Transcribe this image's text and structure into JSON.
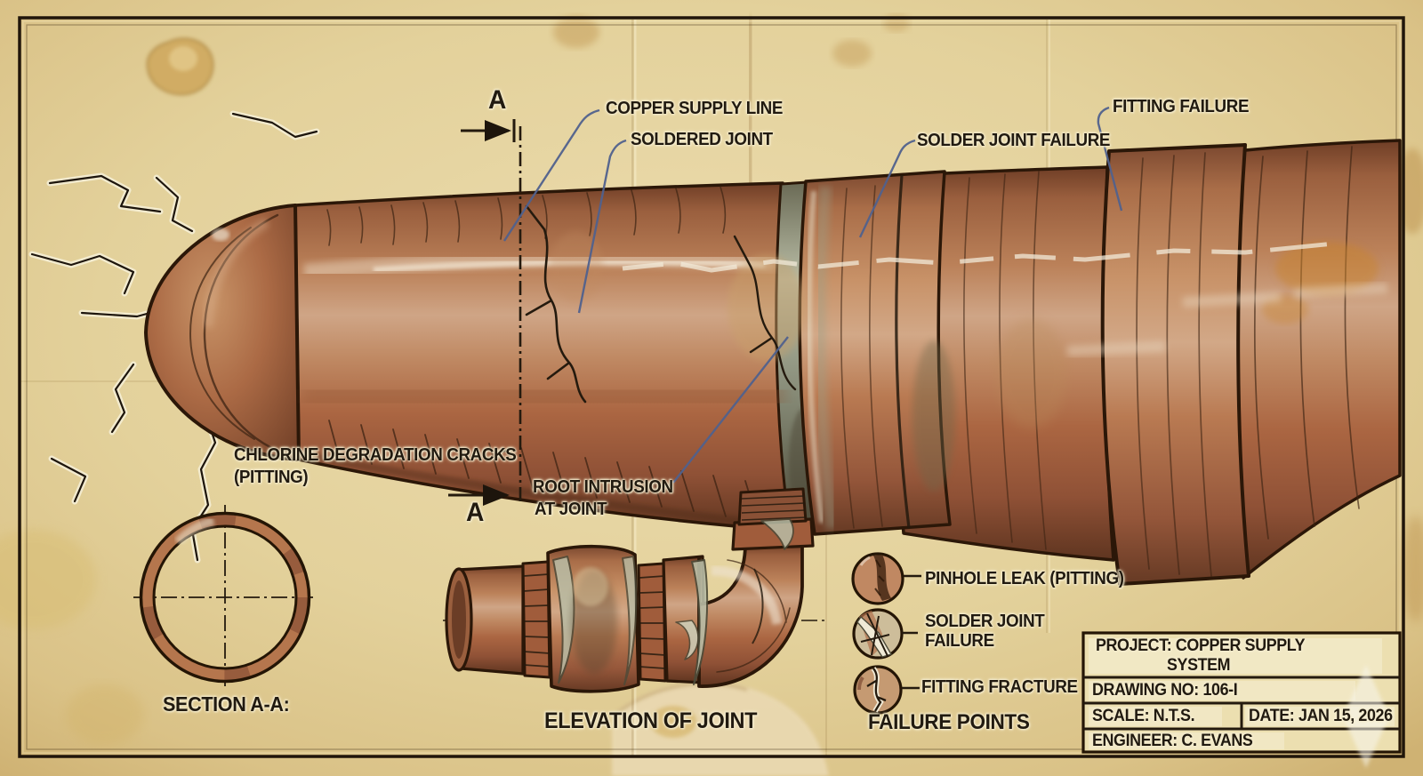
{
  "callouts": {
    "copper_supply_line": "COPPER SUPPLY LINE",
    "soldered_joint": "SOLDERED JOINT",
    "solder_joint_failure": "SOLDER JOINT FAILURE",
    "fitting_failure": "FITTING FAILURE",
    "chlorine_degradation": "CHLORINE DEGRADATION CRACKS",
    "chlorine_degradation_sub": "(PITTING)",
    "root_intrusion": "ROOT INTRUSION",
    "root_intrusion_sub": "AT JOINT"
  },
  "section_markers": {
    "top": "A",
    "bottom": "A"
  },
  "views": {
    "section": "SECTION A-A:",
    "elevation": "ELEVATION OF JOINT"
  },
  "legend": {
    "title": "FAILURE POINTS",
    "items": [
      {
        "icon": "pinhole-leak-icon",
        "label": "PINHOLE LEAK (PITTING)"
      },
      {
        "icon": "solder-joint-failure-icon",
        "label": "SOLDER JOINT FAILURE"
      },
      {
        "icon": "fitting-fracture-icon",
        "label": "FITTING FRACTURE"
      }
    ]
  },
  "title_block": {
    "project_line1": "PROJECT: COPPER SUPPLY",
    "project_line2": "SYSTEM",
    "drawing_no": "DRAWING NO: 106-I",
    "scale": "SCALE: N.T.S.",
    "date": "DATE: JAN 15, 2026",
    "engineer": "ENGINEER: C. EVANS"
  },
  "colors": {
    "paper": "#e3d19b",
    "paper_edge": "#d2b87c",
    "copper": "#ad6d4a",
    "copper_dark": "#7c452c",
    "solder": "#9aa089",
    "ink": "#241a0e",
    "leader_line": "#50618d"
  }
}
